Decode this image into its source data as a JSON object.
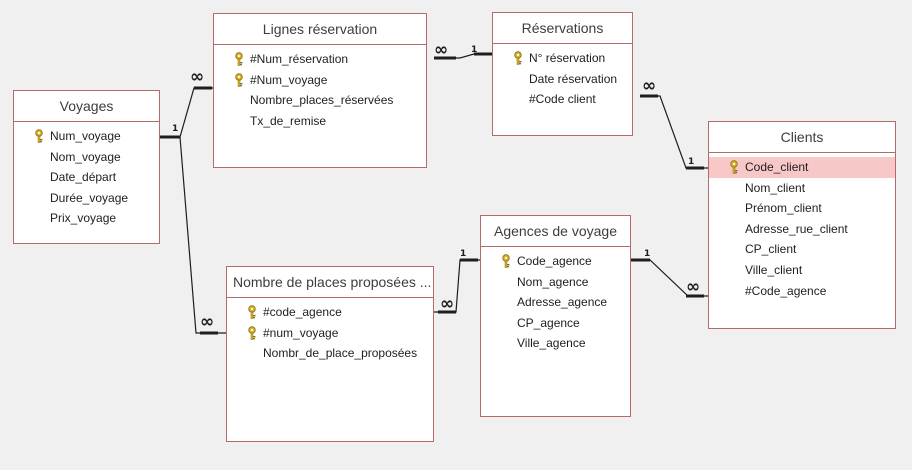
{
  "colors": {
    "table_border": "#b56a6a",
    "key_icon": "#d9b227",
    "selected_row": "#f8c8c8",
    "relation_line": "#1e1e1e"
  },
  "tables": {
    "voyages": {
      "title": "Voyages",
      "fields": [
        {
          "name": "Num_voyage",
          "key": true
        },
        {
          "name": "Nom_voyage",
          "key": false
        },
        {
          "name": "Date_départ",
          "key": false
        },
        {
          "name": "Durée_voyage",
          "key": false
        },
        {
          "name": "Prix_voyage",
          "key": false
        }
      ]
    },
    "lignes_reservation": {
      "title": "Lignes réservation",
      "fields": [
        {
          "name": "#Num_réservation",
          "key": true
        },
        {
          "name": "#Num_voyage",
          "key": true
        },
        {
          "name": "Nombre_places_réservées",
          "key": false
        },
        {
          "name": "Tx_de_remise",
          "key": false
        }
      ]
    },
    "reservations": {
      "title": "Réservations",
      "fields": [
        {
          "name": "N° réservation",
          "key": true
        },
        {
          "name": "Date réservation",
          "key": false
        },
        {
          "name": "#Code client",
          "key": false
        }
      ]
    },
    "clients": {
      "title": "Clients",
      "fields": [
        {
          "name": "Code_client",
          "key": true,
          "selected": true
        },
        {
          "name": "Nom_client",
          "key": false
        },
        {
          "name": "Prénom_client",
          "key": false
        },
        {
          "name": "Adresse_rue_client",
          "key": false
        },
        {
          "name": "CP_client",
          "key": false
        },
        {
          "name": "Ville_client",
          "key": false
        },
        {
          "name": "#Code_agence",
          "key": false
        }
      ]
    },
    "agences": {
      "title": "Agences de voyage",
      "fields": [
        {
          "name": "Code_agence",
          "key": true
        },
        {
          "name": "Nom_agence",
          "key": false
        },
        {
          "name": "Adresse_agence",
          "key": false
        },
        {
          "name": "CP_agence",
          "key": false
        },
        {
          "name": "Ville_agence",
          "key": false
        }
      ]
    },
    "nombre_places": {
      "title": "Nombre de places proposées ...",
      "fields": [
        {
          "name": "#code_agence",
          "key": true
        },
        {
          "name": "#num_voyage",
          "key": true
        },
        {
          "name": "Nombr_de_place_proposées",
          "key": false
        }
      ]
    }
  },
  "relations": [
    {
      "id": "voyages-lignes",
      "from": "voyages",
      "to": "lignes_reservation",
      "from_card": "1",
      "to_card": "∞"
    },
    {
      "id": "voyages-nombre",
      "from": "voyages",
      "to": "nombre_places",
      "from_card": "1",
      "to_card": "∞"
    },
    {
      "id": "reservations-lignes",
      "from": "reservations",
      "to": "lignes_reservation",
      "from_card": "1",
      "to_card": "∞"
    },
    {
      "id": "clients-reservations",
      "from": "clients",
      "to": "reservations",
      "from_card": "1",
      "to_card": "∞"
    },
    {
      "id": "agences-clients",
      "from": "agences",
      "to": "clients",
      "from_card": "1",
      "to_card": "∞"
    },
    {
      "id": "agences-nombre",
      "from": "agences",
      "to": "nombre_places",
      "from_card": "1",
      "to_card": "∞"
    }
  ]
}
